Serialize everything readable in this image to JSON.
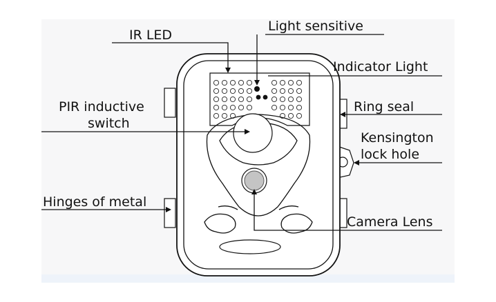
{
  "labels": {
    "ir_led": "IR LED",
    "light_sensitive": "Light sensitive",
    "indicator_light": "Indicator Light",
    "pir_line1": "PIR inductive",
    "pir_line2": "switch",
    "ring_seal": "Ring seal",
    "kensington_line1": "Kensington",
    "kensington_line2": "lock hole",
    "hinges": "Hinges of metal",
    "camera_lens": "Camera Lens"
  },
  "colors": {
    "page_background": "#ffffff",
    "frame_background": "#f7f7f8",
    "bottom_band": "#eef3fa",
    "line": "#111111",
    "lens_fill": "#c4c4c4"
  }
}
